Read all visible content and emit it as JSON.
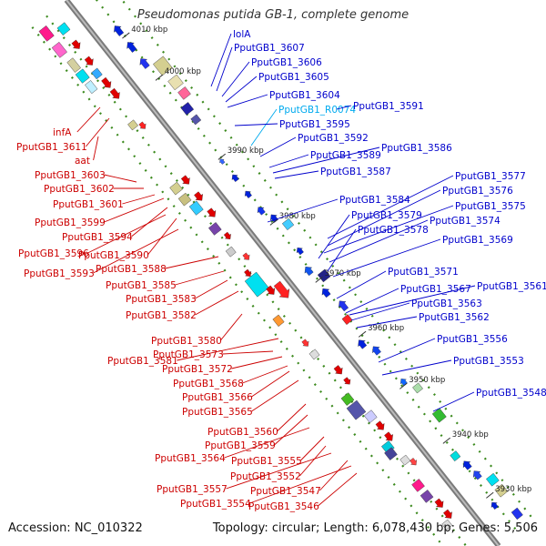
{
  "title": "Pseudomonas putida GB-1, complete genome",
  "accession": "Accession: NC_010322",
  "topology": "Topology: circular; Length: 6,078,430 bp; Genes: 5,506",
  "colors": {
    "plus_label": "#cc0000",
    "minus_label": "#0000cc",
    "rna_label": "#00aaee",
    "backbone": "#999999"
  },
  "scale_labels": [
    "4010 kbp",
    "4000 kbp",
    "3990 kbp",
    "3980 kbp",
    "3970 kbp",
    "3960 kbp",
    "3950 kbp",
    "3940 kbp",
    "3930 kbp"
  ],
  "labels_left": [
    "infA",
    "PputGB1_3611",
    "aat",
    "PputGB1_3603",
    "PputGB1_3602",
    "PputGB1_3601",
    "PputGB1_3599",
    "PputGB1_3594",
    "PputGB1_3596",
    "PputGB1_3590",
    "PputGB1_3593",
    "PputGB1_3588",
    "PputGB1_3585",
    "PputGB1_3583",
    "PputGB1_3582",
    "PputGB1_3580",
    "PputGB1_3581",
    "PputGB1_3573",
    "PputGB1_3572",
    "PputGB1_3568",
    "PputGB1_3566",
    "PputGB1_3565",
    "PputGB1_3560",
    "PputGB1_3559",
    "PputGB1_3564",
    "PputGB1_3555",
    "PputGB1_3552",
    "PputGB1_3557",
    "PputGB1_3547",
    "PputGB1_3554",
    "PputGB1_3546"
  ],
  "labels_right": [
    "lolA",
    "PputGB1_3607",
    "PputGB1_3606",
    "PputGB1_3605",
    "PputGB1_3604",
    "PputGB1_R0074",
    "PputGB1_3591",
    "PputGB1_3595",
    "PputGB1_3592",
    "PputGB1_3589",
    "PputGB1_3586",
    "PputGB1_3587",
    "PputGB1_3577",
    "PputGB1_3576",
    "PputGB1_3584",
    "PputGB1_3575",
    "PputGB1_3579",
    "PputGB1_3574",
    "PputGB1_3578",
    "PputGB1_3569",
    "PputGB1_3571",
    "PputGB1_3567",
    "PputGB1_3561",
    "PputGB1_3563",
    "PputGB1_3562",
    "PputGB1_3556",
    "PputGB1_3553",
    "PputGB1_3548"
  ]
}
